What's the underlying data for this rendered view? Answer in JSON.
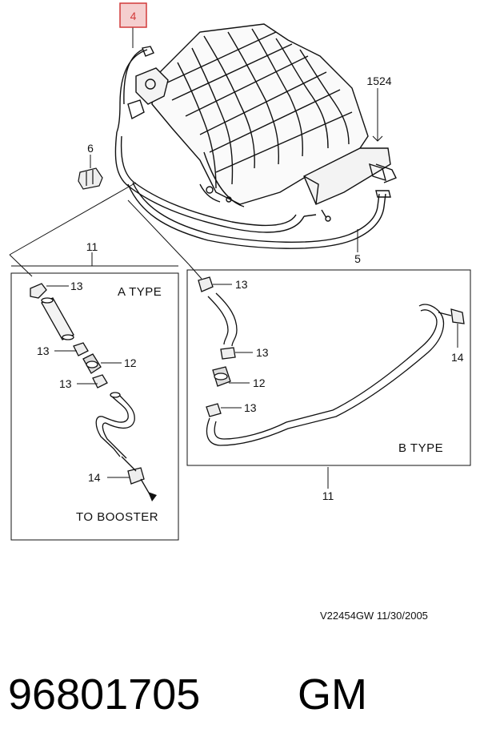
{
  "callouts": {
    "c4": "4",
    "c1524": "1524",
    "c6": "6",
    "c5": "5",
    "c11_a": "11",
    "c11_b": "11",
    "a_13_top": "13",
    "a_13_mid": "13",
    "a_12": "12",
    "a_13_low": "13",
    "a_14": "14",
    "b_13_top": "13",
    "b_13_mid": "13",
    "b_12": "12",
    "b_13_low": "13",
    "b_14": "14"
  },
  "panels": {
    "a_title": "A TYPE",
    "b_title": "B TYPE",
    "a_footer": "TO  BOOSTER"
  },
  "reference": "V22454GW  11/30/2005",
  "part_number": "96801705",
  "brand": "GM",
  "colors": {
    "highlight_border": "#d23a3a",
    "highlight_fill": "#f5cfcf"
  }
}
